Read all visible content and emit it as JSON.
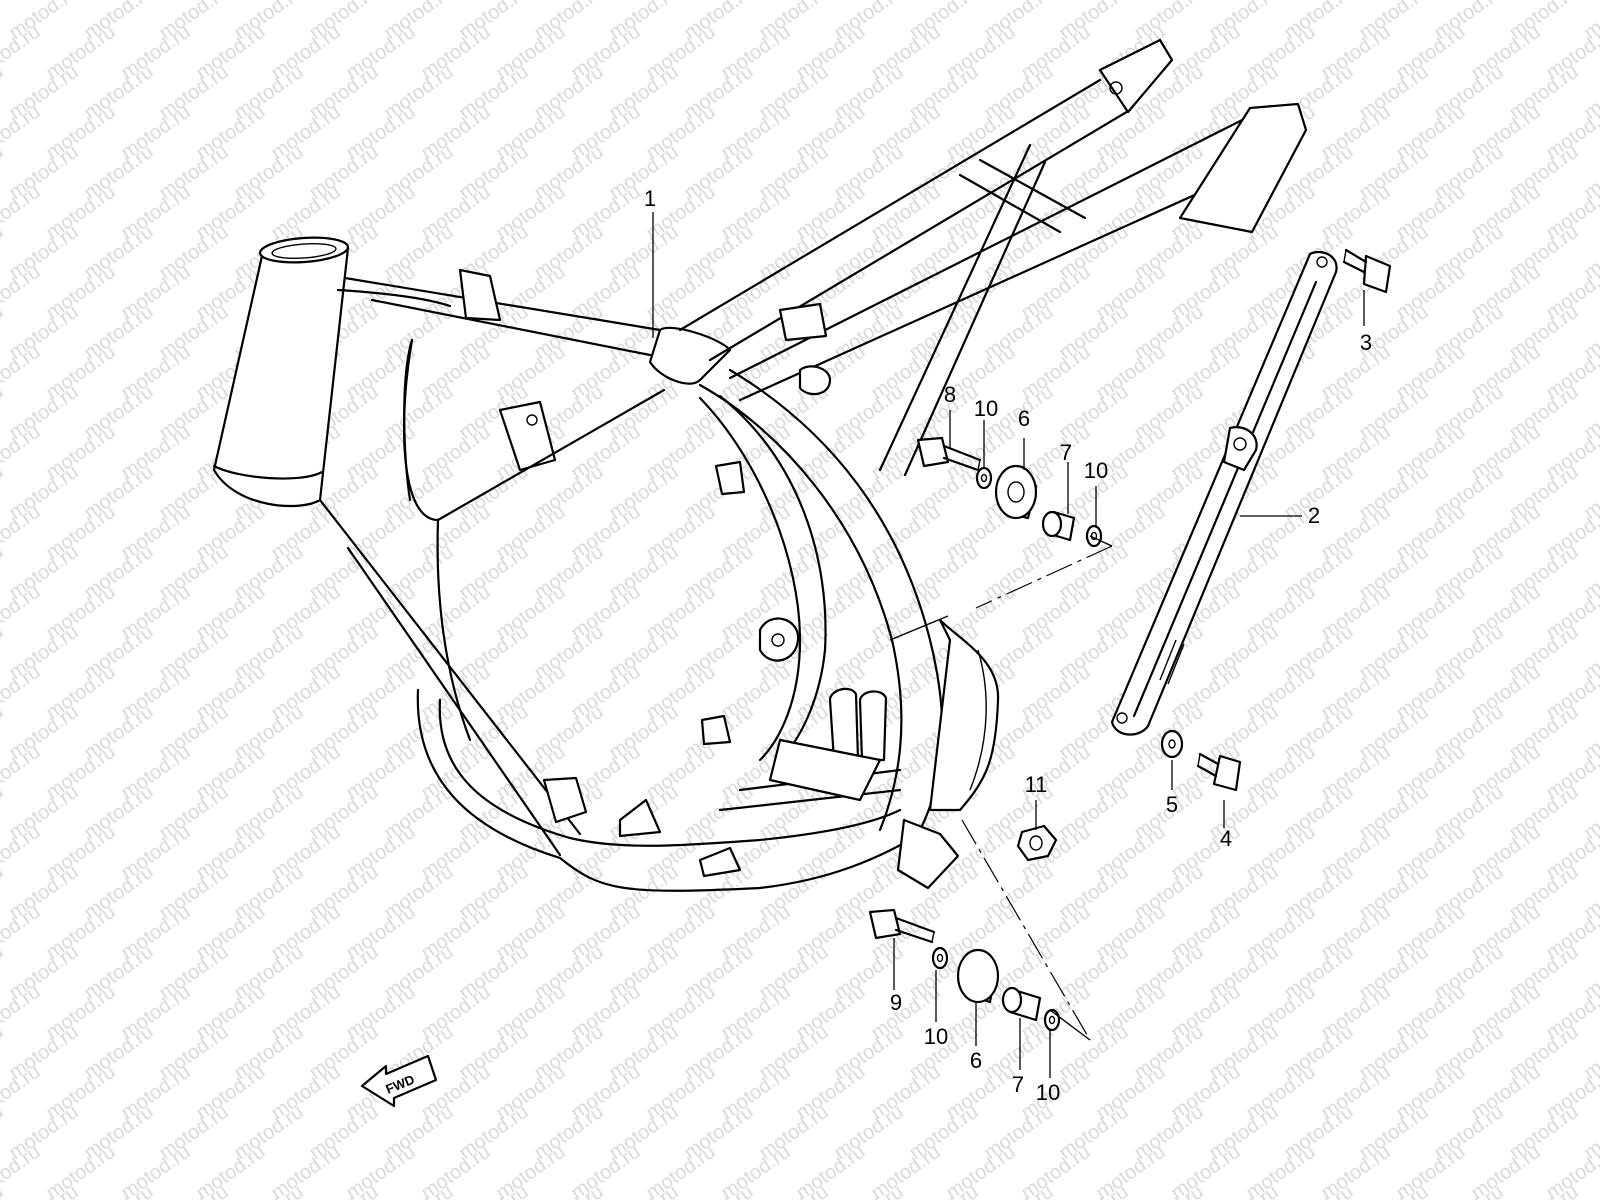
{
  "watermark": "motod.ru",
  "fwd_label": "FWD",
  "callouts": [
    {
      "id": "c1",
      "label": "1"
    },
    {
      "id": "c2",
      "label": "2"
    },
    {
      "id": "c3",
      "label": "3"
    },
    {
      "id": "c4",
      "label": "4"
    },
    {
      "id": "c5",
      "label": "5"
    },
    {
      "id": "c6a",
      "label": "6"
    },
    {
      "id": "c6b",
      "label": "6"
    },
    {
      "id": "c7a",
      "label": "7"
    },
    {
      "id": "c7b",
      "label": "7"
    },
    {
      "id": "c8",
      "label": "8"
    },
    {
      "id": "c9",
      "label": "9"
    },
    {
      "id": "c10a",
      "label": "10"
    },
    {
      "id": "c10b",
      "label": "10"
    },
    {
      "id": "c10c",
      "label": "10"
    },
    {
      "id": "c10d",
      "label": "10"
    },
    {
      "id": "c11",
      "label": "11"
    }
  ]
}
